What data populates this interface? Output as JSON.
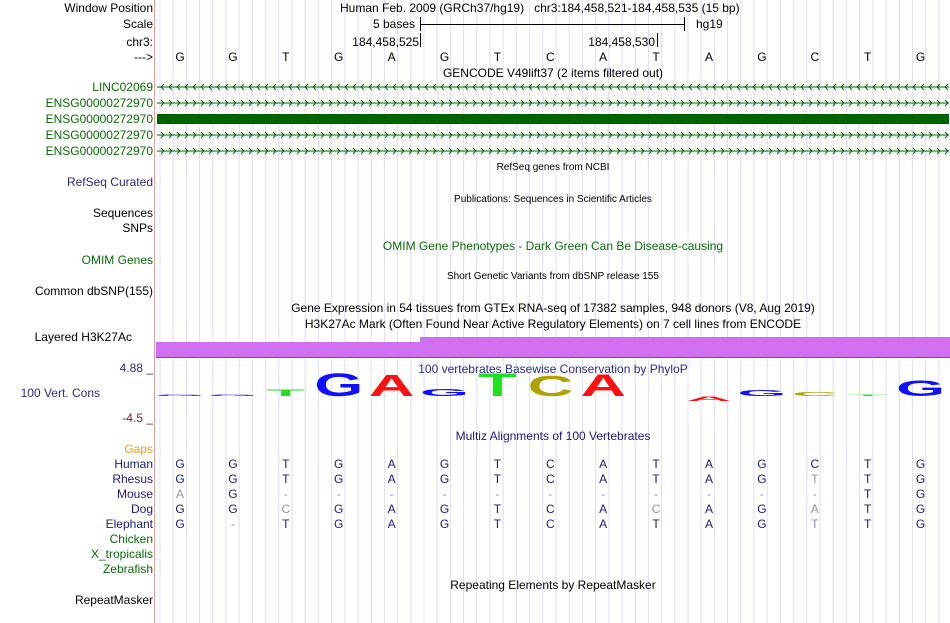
{
  "header": {
    "window_position_label": "Window Position",
    "scale_label": "Scale",
    "chr_label": "chr3:",
    "strand_label": "--->",
    "assembly": "Human Feb. 2009 (GRCh37/hg19)   chr3:184,458,521-184,458,535 (15 bp)",
    "scale_text": "5 bases",
    "scale_db": "hg19",
    "pos_left": "184,458,525",
    "pos_right": "184,458,530"
  },
  "sequence": [
    "G",
    "G",
    "T",
    "G",
    "A",
    "G",
    "T",
    "C",
    "A",
    "T",
    "A",
    "G",
    "C",
    "T",
    "G"
  ],
  "gencode": {
    "title": "GENCODE V49lift37 (2 items filtered out)",
    "genes": [
      {
        "name": "LINC02069",
        "strand": "-"
      },
      {
        "name": "ENSG00000272970",
        "strand": "+"
      },
      {
        "name": "ENSG00000272970",
        "strand": "exon"
      },
      {
        "name": "ENSG00000272970",
        "strand": "+"
      },
      {
        "name": "ENSG00000272970",
        "strand": "+"
      }
    ]
  },
  "tracks": {
    "refseq_title": "RefSeq genes from NCBI",
    "refseq_label": "RefSeq Curated",
    "pubs_title": "Publications: Sequences in Scientific Articles",
    "sequences_label": "Sequences",
    "snps_label": "SNPs",
    "omim_title": "OMIM Gene Phenotypes - Dark Green Can Be Disease-causing",
    "omim_label": "OMIM Genes",
    "dbsnp_title": "Short Genetic Variants from dbSNP release 155",
    "dbsnp_label": "Common dbSNP(155)",
    "gtex_title": "Gene Expression in 54 tissues from GTEx RNA-seq of 17382 samples, 948 donors (V8, Aug 2019)",
    "h3k_title": "H3K27Ac Mark (Often Found Near Active Regulatory Elements) on 7 cell lines from ENCODE",
    "h3k_label": "Layered H3K27Ac",
    "cons_title": "100 vertebrates Basewise Conservation by PhyloP",
    "cons_label": "100 Vert. Cons",
    "cons_max": "4.88 _",
    "cons_min": "-4.5 _",
    "multiz_title": "Multiz Alignments of 100 Vertebrates",
    "gaps_label": "Gaps",
    "rmsk_title": "Repeating Elements by RepeatMasker",
    "rmsk_label": "RepeatMasker"
  },
  "conservation": [
    0.3,
    0.3,
    1.2,
    4.5,
    4.2,
    1.4,
    4.4,
    4.0,
    4.3,
    0,
    -0.9,
    1.1,
    0.8,
    0.3,
    3.0
  ],
  "colors": {
    "A": "#ff1010",
    "C": "#b0a000",
    "G": "#1010ff",
    "T": "#20e020",
    "gencode": "#006400",
    "h3k": "#d070f0"
  },
  "alignment": [
    {
      "species": "Human",
      "bases": [
        "G",
        "G",
        "T",
        "G",
        "A",
        "G",
        "T",
        "C",
        "A",
        "T",
        "A",
        "G",
        "C",
        "T",
        "G"
      ],
      "gray": []
    },
    {
      "species": "Rhesus",
      "bases": [
        "G",
        "G",
        "T",
        "G",
        "A",
        "G",
        "T",
        "C",
        "A",
        "T",
        "A",
        "G",
        "T",
        "T",
        "G"
      ],
      "gray": [
        12
      ]
    },
    {
      "species": "Mouse",
      "bases": [
        "A",
        "G",
        "-",
        "-",
        "-",
        "-",
        "-",
        "-",
        "-",
        "-",
        "-",
        "-",
        "-",
        "T",
        "G"
      ],
      "gray": [
        0,
        2,
        3,
        4,
        5,
        6,
        7,
        8,
        9,
        10,
        11,
        12
      ]
    },
    {
      "species": "Dog",
      "bases": [
        "G",
        "G",
        "C",
        "G",
        "A",
        "G",
        "T",
        "C",
        "A",
        "C",
        "A",
        "G",
        "A",
        "T",
        "G"
      ],
      "gray": [
        2,
        9,
        12
      ]
    },
    {
      "species": "Elephant",
      "bases": [
        "G",
        "-",
        "T",
        "G",
        "A",
        "G",
        "T",
        "C",
        "A",
        "T",
        "A",
        "G",
        "T",
        "T",
        "G"
      ],
      "gray": [
        1,
        12
      ]
    },
    {
      "species": "Chicken",
      "bases": [],
      "gray": []
    },
    {
      "species": "X_tropicalis",
      "bases": [],
      "gray": []
    },
    {
      "species": "Zebrafish",
      "bases": [],
      "gray": []
    }
  ]
}
